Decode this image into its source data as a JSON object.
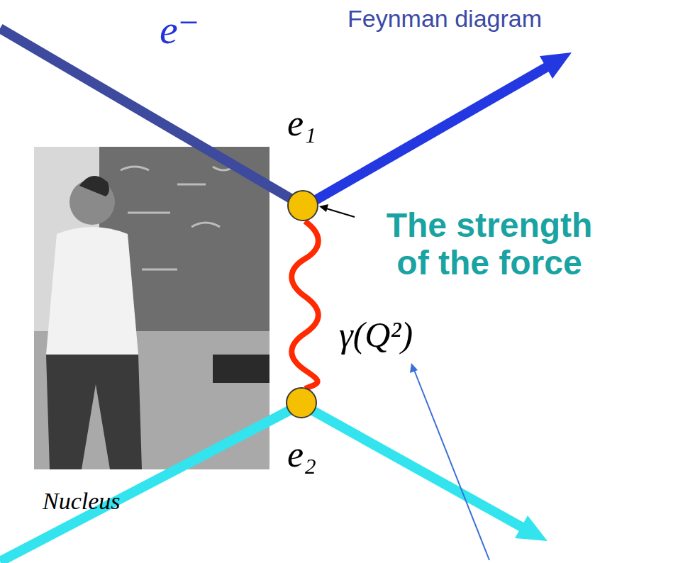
{
  "diagram": {
    "title": "Feynman diagram",
    "labels": [
      "e⁻",
      "e₁",
      "The strength of the force",
      "γ(Q²)",
      "e₂",
      "Nucleus"
    ]
  }
}
